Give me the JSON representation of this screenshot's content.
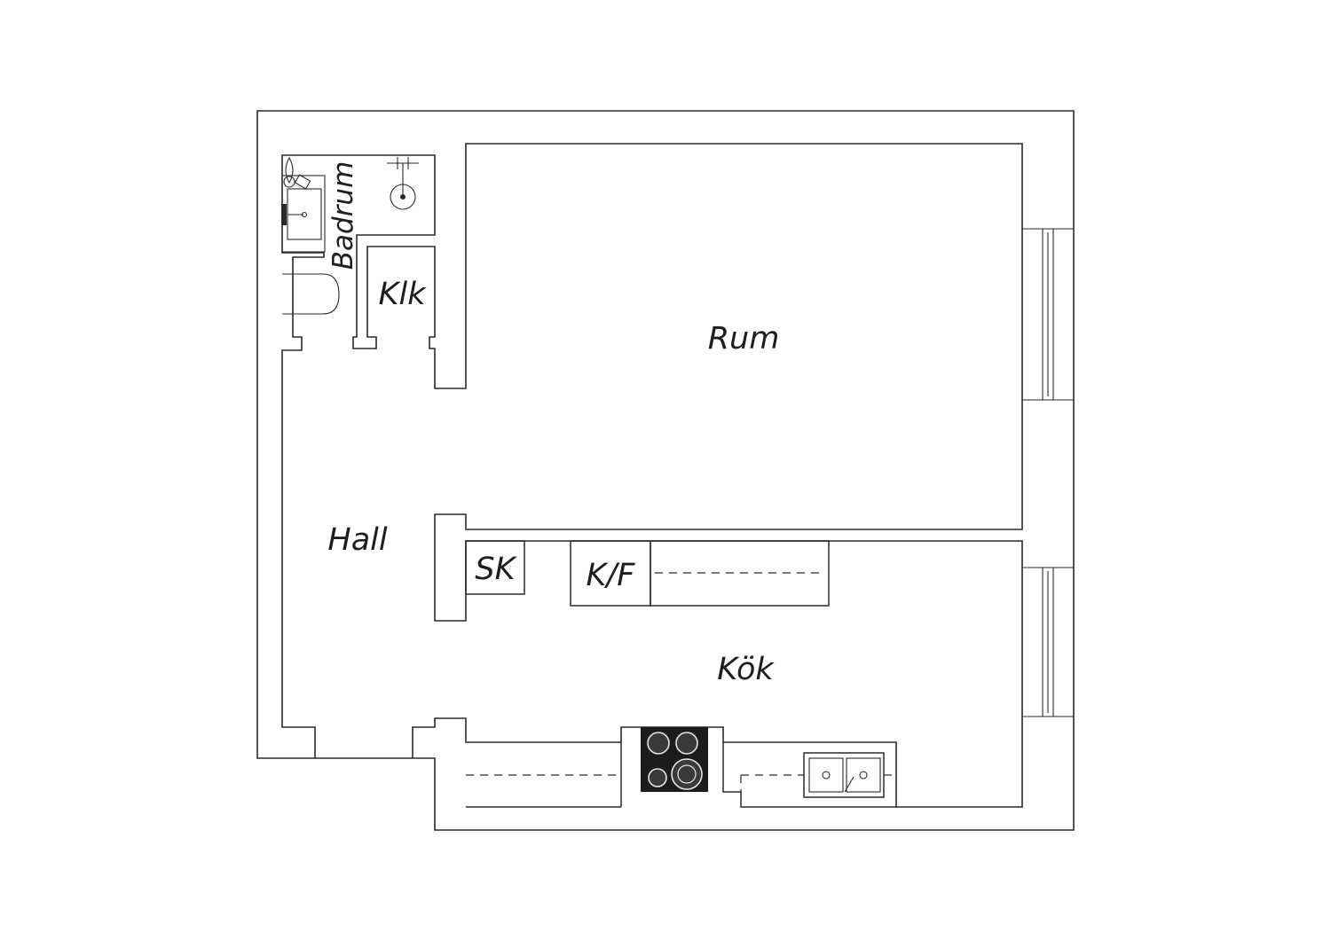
{
  "rooms": {
    "rum": "Rum",
    "hall": "Hall",
    "kok": "Kök",
    "badrum": "Badrum",
    "klk": "Klk"
  },
  "fixtures": {
    "sk": "SK",
    "kf": "K/F"
  },
  "colors": {
    "line": "#2a2a2a",
    "stove": "#1c1c1c",
    "background": "#ffffff"
  }
}
